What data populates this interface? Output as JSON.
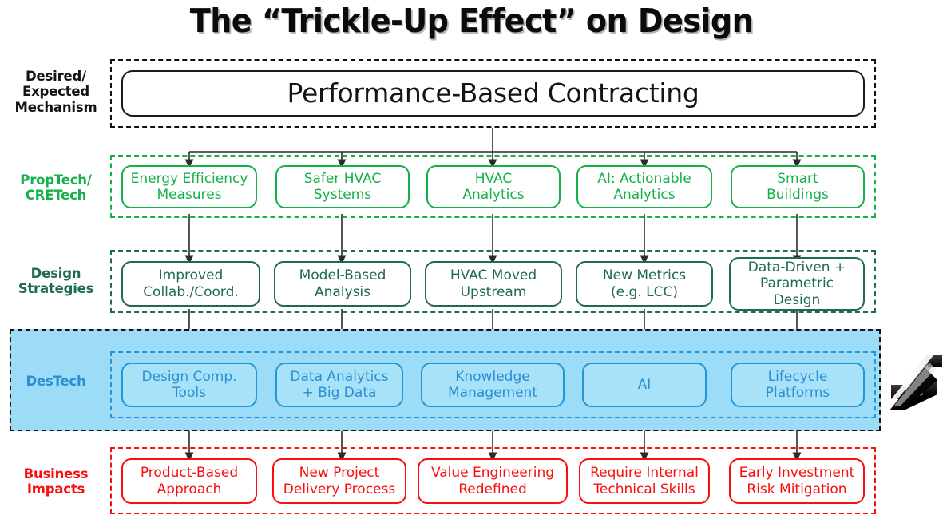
{
  "title": "The “Trickle-Up Effect” on Design",
  "colors": {
    "mechanism": "#141414",
    "proptech": "#16b04a",
    "design_strategies": "#1f6b50",
    "destech": "#2b8fd4",
    "destech_band": "#9cdcf6",
    "business_impacts": "#fb0d0d"
  },
  "rows": [
    {
      "id": "mechanism",
      "label": "Desired/\nExpected\nMechanism",
      "label_color": "#141414",
      "nodes": [
        {
          "text": "Performance-Based Contracting"
        }
      ]
    },
    {
      "id": "proptech",
      "label": "PropTech/\nCRETech",
      "label_color": "#16b04a",
      "nodes": [
        {
          "text": "Energy Efficiency\nMeasures"
        },
        {
          "text": "Safer HVAC\nSystems"
        },
        {
          "text": "HVAC\nAnalytics"
        },
        {
          "text": "AI: Actionable\nAnalytics"
        },
        {
          "text": "Smart\nBuildings"
        }
      ]
    },
    {
      "id": "design-strategies",
      "label": "Design\nStrategies",
      "label_color": "#1f6b50",
      "nodes": [
        {
          "text": "Improved\nCollab./Coord."
        },
        {
          "text": "Model-Based\nAnalysis"
        },
        {
          "text": "HVAC Moved\nUpstream"
        },
        {
          "text": "New Metrics\n(e.g. LCC)"
        },
        {
          "text": "Data-Driven +\nParametric\nDesign"
        }
      ]
    },
    {
      "id": "destech",
      "label": "DesTech",
      "label_color": "#2b8fd4",
      "nodes": [
        {
          "text": "Design Comp.\nTools"
        },
        {
          "text": "Data Analytics\n+ Big Data"
        },
        {
          "text": "Knowledge\nManagement"
        },
        {
          "text": "AI"
        },
        {
          "text": "Lifecycle\nPlatforms"
        }
      ]
    },
    {
      "id": "business-impacts",
      "label": "Business\nImpacts",
      "label_color": "#fb0d0d",
      "nodes": [
        {
          "text": "Product-Based\nApproach"
        },
        {
          "text": "New Project\nDelivery Process"
        },
        {
          "text": "Value Engineering\nRedefined"
        },
        {
          "text": "Require Internal\nTechnical Skills"
        },
        {
          "text": "Early Investment\nRisk Mitigation"
        }
      ]
    }
  ],
  "logo": {
    "name": "company-s-logo"
  }
}
